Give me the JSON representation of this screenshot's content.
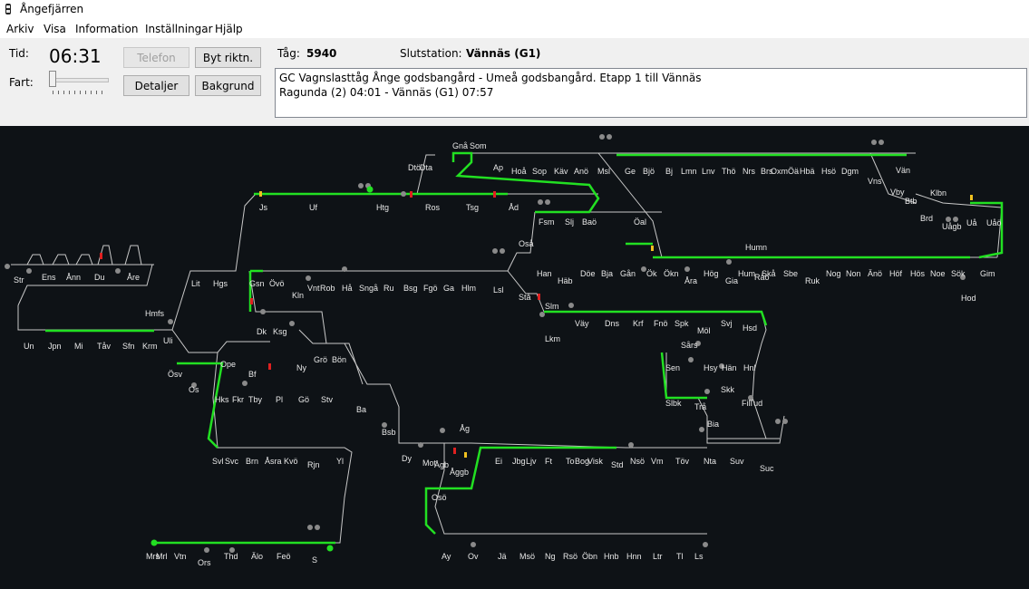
{
  "window": {
    "title": "Ångefjärren"
  },
  "menu": [
    "Arkiv",
    "Visa",
    "Information",
    "Inställningar",
    "Hjälp"
  ],
  "controls": {
    "tid_label": "Tid:",
    "time": "06:31",
    "fart_label": "Fart:",
    "fart_level": 0.0,
    "telefon_label": "Telefon",
    "byt_label": "Byt riktn.",
    "detaljer_label": "Detaljer",
    "bakgrund_label": "Bakgrund"
  },
  "train": {
    "tag_label": "Tåg:",
    "tag": "5940",
    "slut_label": "Slutstation:",
    "slut": "Vännäs (G1)",
    "desc1": "GC Vagnslasttåg Ånge godsbangård - Umeå godsbangård. Etapp 1 till Vännäs",
    "desc2": "Ragunda (2) 04:01 - Vännäs (G1) 07:57"
  },
  "colors": {
    "map_bg": "#0e1216",
    "track": "#c8c8c8",
    "active": "#22e022",
    "signal_red": "#e02020",
    "signal_yellow": "#f0c020"
  },
  "stations": [
    "Gnå",
    "Som",
    "Dtö",
    "Dta",
    "Ap",
    "Hoå",
    "Sop",
    "Käv",
    "Anö",
    "Msl",
    "Ge",
    "Bjö",
    "Bj",
    "Lmn",
    "Lnv",
    "Thö",
    "Nrs",
    "Brs",
    "Oxm",
    "Öä",
    "Hbä",
    "Hsö",
    "Dgm",
    "Vän",
    "Vns",
    "Vby",
    "Klbn",
    "Btb",
    "Brd",
    "Uågb",
    "Uå",
    "Uåö",
    "Js",
    "Uf",
    "Htg",
    "Ros",
    "Tsg",
    "Åd",
    "Fsm",
    "Slj",
    "Baö",
    "Öal",
    "Oså",
    "Humn",
    "Str",
    "Ens",
    "Ånn",
    "Du",
    "Åre",
    "Lit",
    "Hgs",
    "Gsn",
    "Övö",
    "Kln",
    "Vnt",
    "Rob",
    "Hå",
    "Sngå",
    "Ru",
    "Bsg",
    "Fgö",
    "Ga",
    "Hlm",
    "Lsl",
    "Han",
    "Häb",
    "Döe",
    "Bja",
    "Gån",
    "Ök",
    "Ökn",
    "Åra",
    "Hög",
    "Gia",
    "Hum",
    "Råö",
    "Skå",
    "Sbe",
    "Ruk",
    "Nog",
    "Non",
    "Änö",
    "Höf",
    "Hös",
    "Noe",
    "Sök",
    "Gim",
    "Hod",
    "Hmfs",
    "Stå",
    "Slm",
    "Lkm",
    "Väy",
    "Dns",
    "Krf",
    "Fnö",
    "Spk",
    "Möl",
    "Svj",
    "Hsd",
    "Un",
    "Jpn",
    "Mi",
    "Tåv",
    "Sfn",
    "Krm",
    "Uli",
    "Dk",
    "Ksg",
    "Ny",
    "Grö",
    "Bön",
    "Sårs",
    "Sen",
    "Hsy",
    "Hän",
    "Hnl",
    "Ösv",
    "Os",
    "Ope",
    "Bf",
    "Hks",
    "Fkr",
    "Tby",
    "Pl",
    "Gö",
    "Stv",
    "Ba",
    "Slbk",
    "Trå",
    "Skk",
    "Fil",
    "Tud",
    "Bia",
    "Bsb",
    "Åg",
    "Svl",
    "Svc",
    "Brn",
    "Åsra",
    "Kvö",
    "Rjn",
    "Yl",
    "Dy",
    "Mot",
    "Ågb",
    "Åggb",
    "Ei",
    "Jbg",
    "Ljv",
    "Ft",
    "To",
    "Bog",
    "Visk",
    "Std",
    "Nsö",
    "Vm",
    "Töv",
    "Nta",
    "Suv",
    "Suc",
    "Osö",
    "Mrs",
    "Mrl",
    "Vtn",
    "Ors",
    "Thd",
    "Älo",
    "Feö",
    "S",
    "Ay",
    "Ov",
    "Jä",
    "Msö",
    "Ng",
    "Rsö",
    "Öbn",
    "Hnb",
    "Hnn",
    "Ltr",
    "Tl",
    "Ls"
  ]
}
